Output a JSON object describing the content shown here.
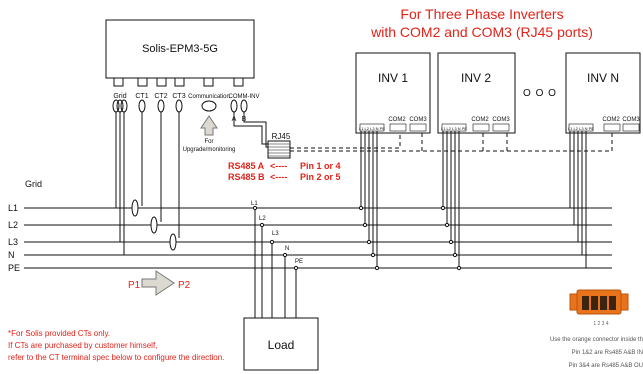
{
  "title": {
    "line1": "For Three Phase Inverters",
    "line2": "with COM2 and COM3 (RJ45 ports)"
  },
  "meter": {
    "name": "Solis-EPM3-5G",
    "terminals": [
      "Grid",
      "CT1",
      "CT2",
      "CT3",
      "Communication",
      "COMM-INV"
    ],
    "comm_labels": {
      "a": "A",
      "b": "B"
    },
    "upgrade_label_1": "For",
    "upgrade_label_2": "Upgrade/monitoring"
  },
  "rj45": {
    "label": "RJ45",
    "rs485_a": "RS485 A",
    "rs485_b": "RS485 B",
    "arrow": "<----",
    "pin_a": "Pin 1 or 4",
    "pin_b": "Pin 2 or 5"
  },
  "inverters": [
    {
      "name": "INV 1",
      "com2": "COM2",
      "com3": "COM3",
      "terminals": "L1 L2 L3 N PE"
    },
    {
      "name": "INV 2",
      "com2": "COM2",
      "com3": "COM3",
      "terminals": "L1 L2 L3 N PE"
    },
    {
      "name": "INV N",
      "com2": "COM2",
      "com3": "COM3",
      "terminals": "L1 L2 L3 N PE"
    }
  ],
  "ellipsis": "O O O",
  "grid_label": "Grid",
  "lines": [
    "L1",
    "L2",
    "L3",
    "N",
    "PE"
  ],
  "load_label": "Load",
  "direction": {
    "p1": "P1",
    "p2": "P2"
  },
  "notes": [
    "*For Solis provided CTs only.",
    "If CTs are purchased by customer himself,",
    "refer to the CT terminal spec below to configure the direction."
  ],
  "connector": {
    "pin_numbers": "1 2 3 4",
    "note_1": "Use the orange connector inside th",
    "note_2": "Pin 1&2 are Rs485 A&B IN",
    "note_3": "Pin 3&4 are Rs485 A&B OU"
  },
  "colors": {
    "accent_red": "#e2231a",
    "line": "#111111",
    "connector_orange": "#e8731a",
    "arrow_fill": "#dcdad0"
  }
}
